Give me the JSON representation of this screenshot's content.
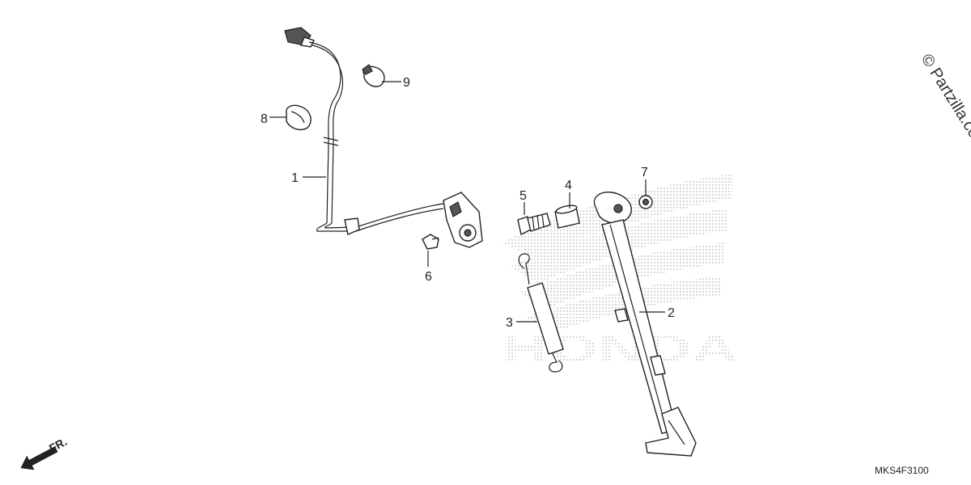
{
  "watermark": "© Partzilla.com",
  "diagram_code": "MKS4F3100",
  "direction_label": "FR.",
  "logo_text": "HONDA",
  "callouts": [
    {
      "id": "1",
      "label": "1"
    },
    {
      "id": "2",
      "label": "2"
    },
    {
      "id": "3",
      "label": "3"
    },
    {
      "id": "4",
      "label": "4"
    },
    {
      "id": "5",
      "label": "5"
    },
    {
      "id": "6",
      "label": "6"
    },
    {
      "id": "7",
      "label": "7"
    },
    {
      "id": "8",
      "label": "8"
    },
    {
      "id": "9",
      "label": "9"
    }
  ]
}
